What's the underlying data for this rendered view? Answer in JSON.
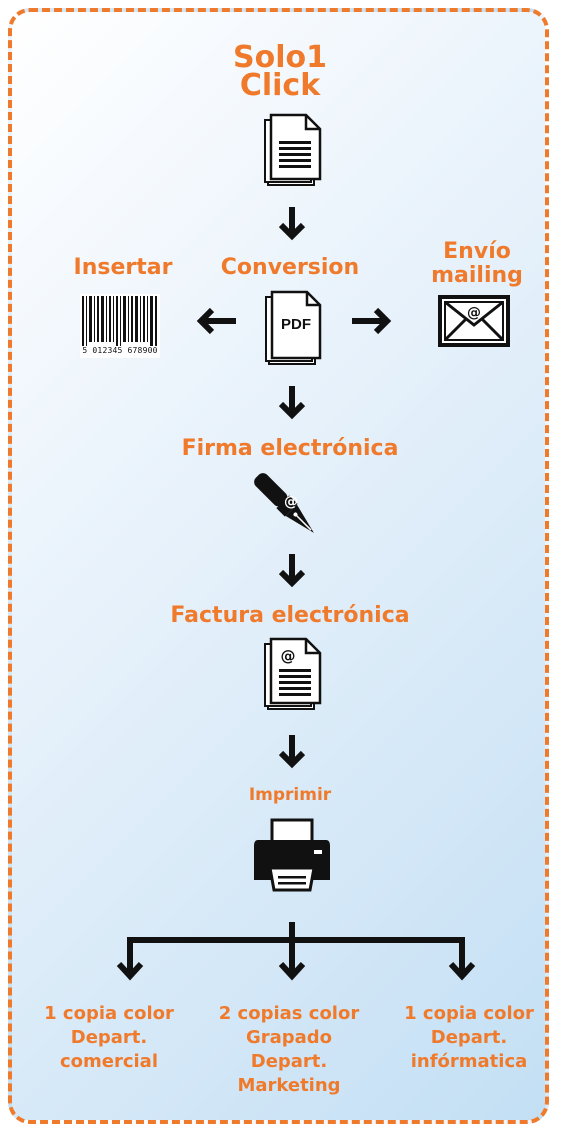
{
  "title": {
    "line1": "Solo1",
    "line2": "Click"
  },
  "steps": {
    "conversion": "Conversion",
    "insertar": "Insertar",
    "envio": {
      "line1": "Envío",
      "line2": "mailing"
    },
    "firma": "Firma electrónica",
    "factura": "Factura electrónica",
    "imprimir": "Imprimir"
  },
  "pdf_label": "PDF",
  "barcode_number": "5 012345 678900",
  "outputs": [
    {
      "lines": [
        "1 copia color",
        "Depart.",
        "comercial"
      ]
    },
    {
      "lines": [
        "2 copias color",
        "Grapado",
        "Depart.",
        "Marketing"
      ]
    },
    {
      "lines": [
        "1 copia color",
        "Depart.",
        "infórmatica"
      ]
    }
  ],
  "colors": {
    "accent": "#f07a2b",
    "icon": "#111111"
  },
  "icons": [
    "document-icon",
    "pdf-document-icon",
    "barcode-icon",
    "envelope-at-icon",
    "fountain-pen-at-icon",
    "at-document-icon",
    "printer-icon"
  ]
}
